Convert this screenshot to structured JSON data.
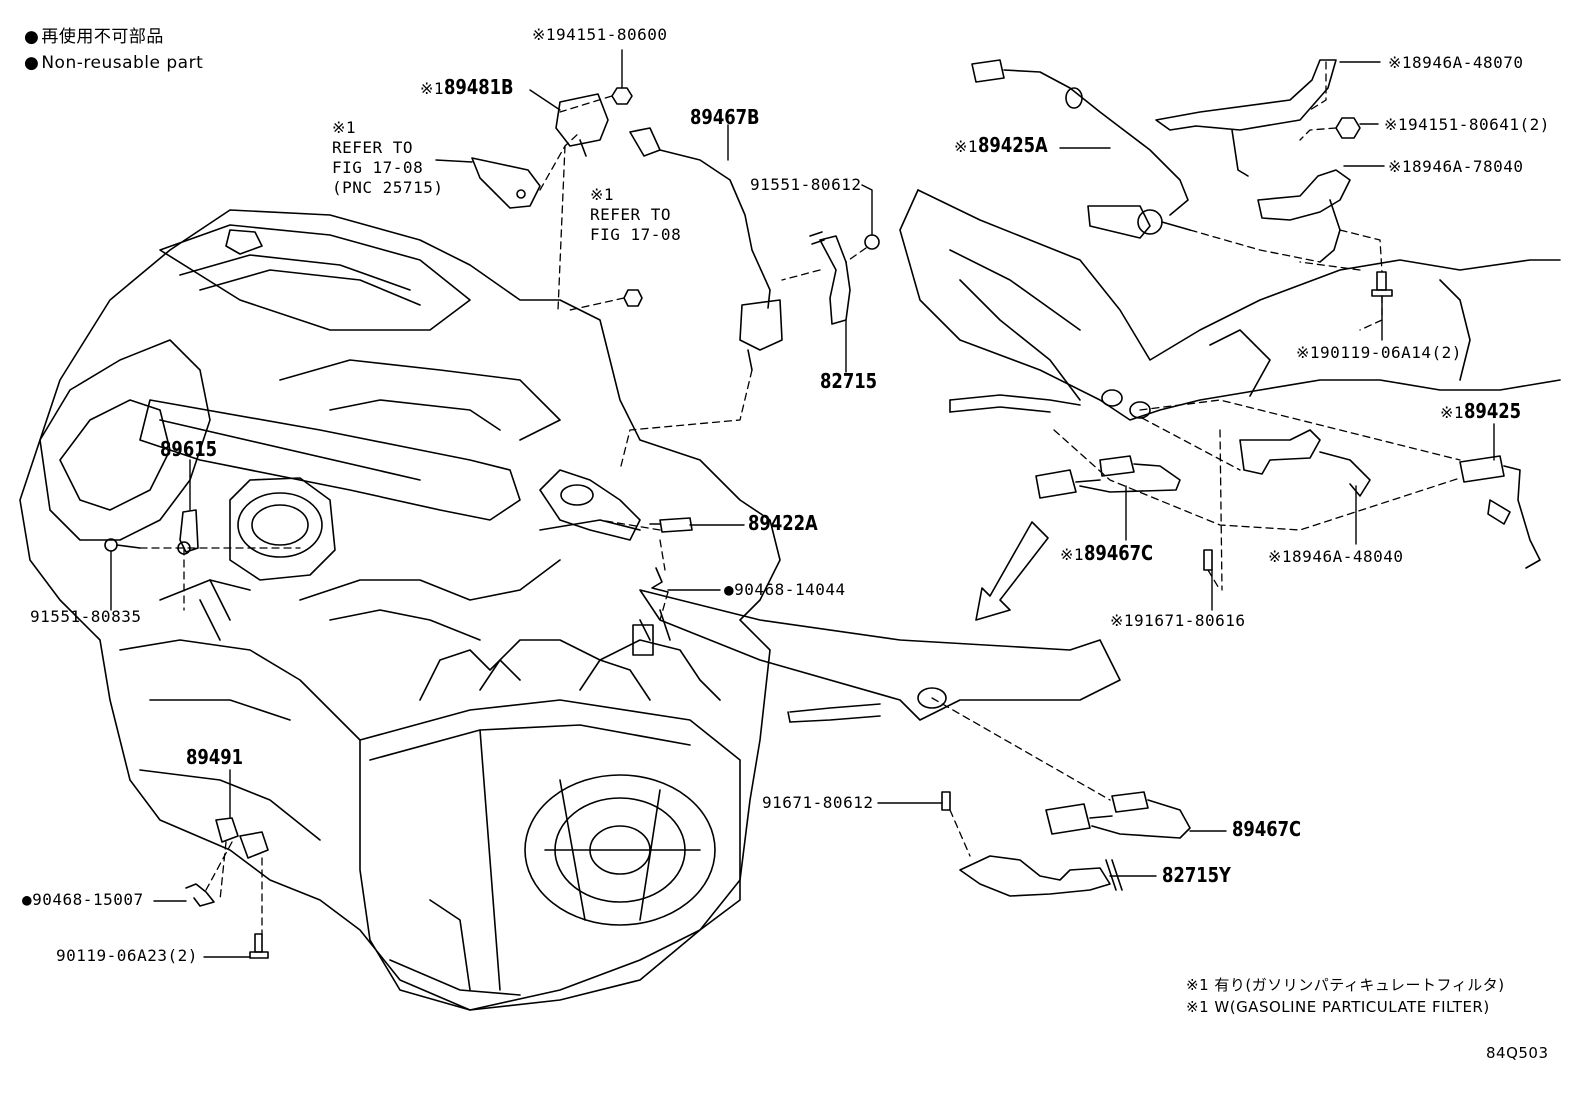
{
  "legend": {
    "marker_label_jp": "再使用不可部品",
    "marker_label_en": "Non-reusable part"
  },
  "footnote": {
    "jp": "※1 有り(ガソリンパティキュレートフィルタ)",
    "en": "※1 W(GASOLINE PARTICULATE FILTER)"
  },
  "figure_code": "84Q503",
  "refer_notes": [
    {
      "mark": "※1",
      "lines": [
        "REFER TO",
        "FIG 17-08",
        "(PNC 25715)"
      ]
    },
    {
      "mark": "※1",
      "lines": [
        "REFER TO",
        "FIG 17-08"
      ]
    }
  ],
  "parts": [
    {
      "id": "p1",
      "mark": "※1",
      "number": "94151-80600"
    },
    {
      "id": "p2",
      "mark": "※1",
      "number": "89481B"
    },
    {
      "id": "p3",
      "mark": "",
      "number": "89467B"
    },
    {
      "id": "p4",
      "mark": "",
      "number": "91551-80612"
    },
    {
      "id": "p5",
      "mark": "",
      "number": "82715"
    },
    {
      "id": "p6",
      "mark": "",
      "number": "89615"
    },
    {
      "id": "p7",
      "mark": "",
      "number": "89422A"
    },
    {
      "id": "p8",
      "mark": "●",
      "number": "90468-14044"
    },
    {
      "id": "p9",
      "mark": "",
      "number": "91551-80835"
    },
    {
      "id": "p10",
      "mark": "",
      "number": "89491"
    },
    {
      "id": "p11",
      "mark": "●",
      "number": "90468-15007"
    },
    {
      "id": "p12",
      "mark": "",
      "number": "90119-06A23(2)"
    },
    {
      "id": "p13",
      "mark": "",
      "number": "91671-80612"
    },
    {
      "id": "p14",
      "mark": "",
      "number": "89467C"
    },
    {
      "id": "p15",
      "mark": "",
      "number": "82715Y"
    },
    {
      "id": "p16",
      "mark": "※1",
      "number": "8946A-48070"
    },
    {
      "id": "p17",
      "mark": "※1",
      "number": "89425A"
    },
    {
      "id": "p18",
      "mark": "※1",
      "number": "94151-80641(2)"
    },
    {
      "id": "p19",
      "mark": "※1",
      "number": "8946A-78040"
    },
    {
      "id": "p20",
      "mark": "※1",
      "number": "90119-06A14(2)"
    },
    {
      "id": "p21",
      "mark": "※1",
      "number": "89425"
    },
    {
      "id": "p22",
      "mark": "※1",
      "number": "89467C"
    },
    {
      "id": "p23",
      "mark": "※1",
      "number": "8946A-48040"
    },
    {
      "id": "p24",
      "mark": "※1",
      "number": "91671-80616"
    }
  ]
}
